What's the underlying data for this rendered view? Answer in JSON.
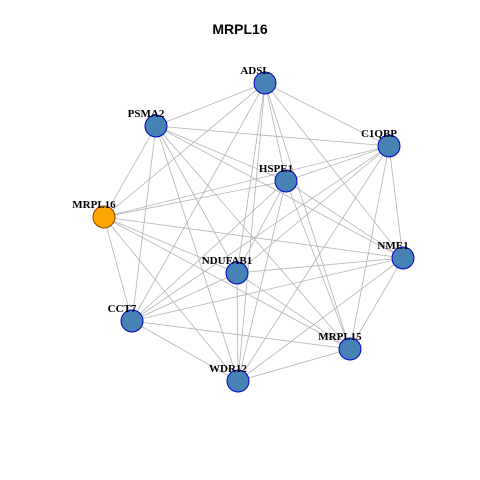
{
  "title": "MRPL16",
  "colors": {
    "edge": "#b3b3b3",
    "node_fill": "#4682b4",
    "node_stroke": "#0000cd",
    "focus_fill": "#ffa500",
    "focus_stroke": "#8b4500"
  },
  "nodes": [
    {
      "id": "ADSL",
      "label": "ADSL",
      "focus": false
    },
    {
      "id": "PSMA2",
      "label": "PSMA2",
      "focus": false
    },
    {
      "id": "C1QBP",
      "label": "C1QBP",
      "focus": false
    },
    {
      "id": "HSPE1",
      "label": "HSPE1",
      "focus": false
    },
    {
      "id": "MRPL16",
      "label": "MRPL16",
      "focus": true
    },
    {
      "id": "NME1",
      "label": "NME1",
      "focus": false
    },
    {
      "id": "NDUFAB1",
      "label": "NDUFAB1",
      "focus": false
    },
    {
      "id": "CCT7",
      "label": "CCT7",
      "focus": false
    },
    {
      "id": "MRPL15",
      "label": "MRPL15",
      "focus": false
    },
    {
      "id": "WDR12",
      "label": "WDR12",
      "focus": false
    }
  ],
  "edges": [
    [
      "ADSL",
      "PSMA2"
    ],
    [
      "ADSL",
      "C1QBP"
    ],
    [
      "ADSL",
      "HSPE1"
    ],
    [
      "ADSL",
      "MRPL16"
    ],
    [
      "ADSL",
      "NME1"
    ],
    [
      "ADSL",
      "NDUFAB1"
    ],
    [
      "ADSL",
      "CCT7"
    ],
    [
      "ADSL",
      "MRPL15"
    ],
    [
      "ADSL",
      "WDR12"
    ],
    [
      "PSMA2",
      "C1QBP"
    ],
    [
      "PSMA2",
      "HSPE1"
    ],
    [
      "PSMA2",
      "MRPL16"
    ],
    [
      "PSMA2",
      "NME1"
    ],
    [
      "PSMA2",
      "NDUFAB1"
    ],
    [
      "PSMA2",
      "CCT7"
    ],
    [
      "PSMA2",
      "MRPL15"
    ],
    [
      "PSMA2",
      "WDR12"
    ],
    [
      "C1QBP",
      "HSPE1"
    ],
    [
      "C1QBP",
      "MRPL16"
    ],
    [
      "C1QBP",
      "NME1"
    ],
    [
      "C1QBP",
      "NDUFAB1"
    ],
    [
      "C1QBP",
      "CCT7"
    ],
    [
      "C1QBP",
      "MRPL15"
    ],
    [
      "C1QBP",
      "WDR12"
    ],
    [
      "HSPE1",
      "MRPL16"
    ],
    [
      "HSPE1",
      "NME1"
    ],
    [
      "HSPE1",
      "NDUFAB1"
    ],
    [
      "HSPE1",
      "CCT7"
    ],
    [
      "HSPE1",
      "MRPL15"
    ],
    [
      "HSPE1",
      "WDR12"
    ],
    [
      "MRPL16",
      "NME1"
    ],
    [
      "MRPL16",
      "NDUFAB1"
    ],
    [
      "MRPL16",
      "CCT7"
    ],
    [
      "MRPL16",
      "MRPL15"
    ],
    [
      "MRPL16",
      "WDR12"
    ],
    [
      "NME1",
      "NDUFAB1"
    ],
    [
      "NME1",
      "CCT7"
    ],
    [
      "NME1",
      "MRPL15"
    ],
    [
      "NME1",
      "WDR12"
    ],
    [
      "NDUFAB1",
      "MRPL15"
    ],
    [
      "NDUFAB1",
      "WDR12"
    ],
    [
      "NDUFAB1",
      "CCT7"
    ],
    [
      "CCT7",
      "MRPL15"
    ],
    [
      "CCT7",
      "WDR12"
    ],
    [
      "MRPL15",
      "WDR12"
    ]
  ]
}
